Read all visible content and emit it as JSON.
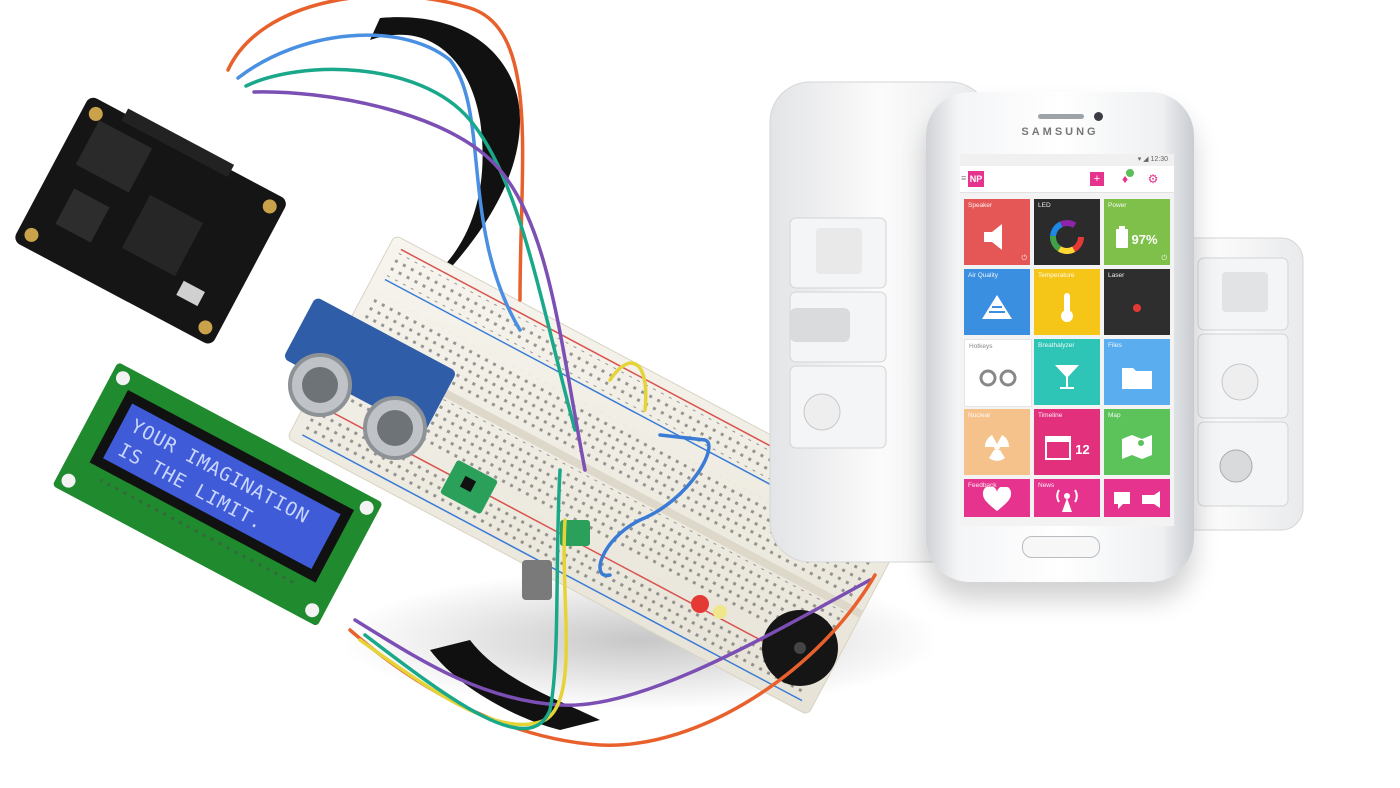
{
  "lcd": {
    "line1": "YOUR IMAGINATION",
    "line2": "IS THE LIMIT."
  },
  "phone": {
    "brand": "SAMSUNG",
    "status_time": "▾ ◢ 12:30",
    "app_logo": "NP",
    "tiles": [
      {
        "label": "Speaker",
        "color": "#e45756",
        "icon": "speaker-icon"
      },
      {
        "label": "LED",
        "color": "#2b2b2b",
        "icon": "color-wheel-icon"
      },
      {
        "label": "Power",
        "color": "#7fc04a",
        "icon": "battery-icon",
        "value": "97%"
      },
      {
        "label": "Air Quality",
        "color": "#3a8fe0",
        "icon": "mountain-icon"
      },
      {
        "label": "Temperature",
        "color": "#f5c518",
        "icon": "thermometer-icon"
      },
      {
        "label": "Laser",
        "color": "#2e2e2e",
        "icon": "laser-dot-icon"
      },
      {
        "label": "Hotkeys",
        "color": "#ffffff",
        "icon": "hotkeys-icon"
      },
      {
        "label": "Breathalyzer",
        "color": "#2ec4b6",
        "icon": "cocktail-icon"
      },
      {
        "label": "Files",
        "color": "#5aaef0",
        "icon": "folder-icon"
      },
      {
        "label": "Nuclear",
        "color": "#f4c28a",
        "icon": "radiation-icon"
      },
      {
        "label": "Timeline",
        "color": "#e3307d",
        "icon": "calendar-icon",
        "value": "12"
      },
      {
        "label": "Map",
        "color": "#5cc25a",
        "icon": "map-icon"
      },
      {
        "label": "Feedback",
        "color": "#e6338d",
        "icon": "heart-icon"
      },
      {
        "label": "News",
        "color": "#e6338d",
        "icon": "antenna-icon"
      },
      {
        "label": "",
        "color": "#e6338d",
        "icon": "chat-flash-icon"
      }
    ]
  }
}
